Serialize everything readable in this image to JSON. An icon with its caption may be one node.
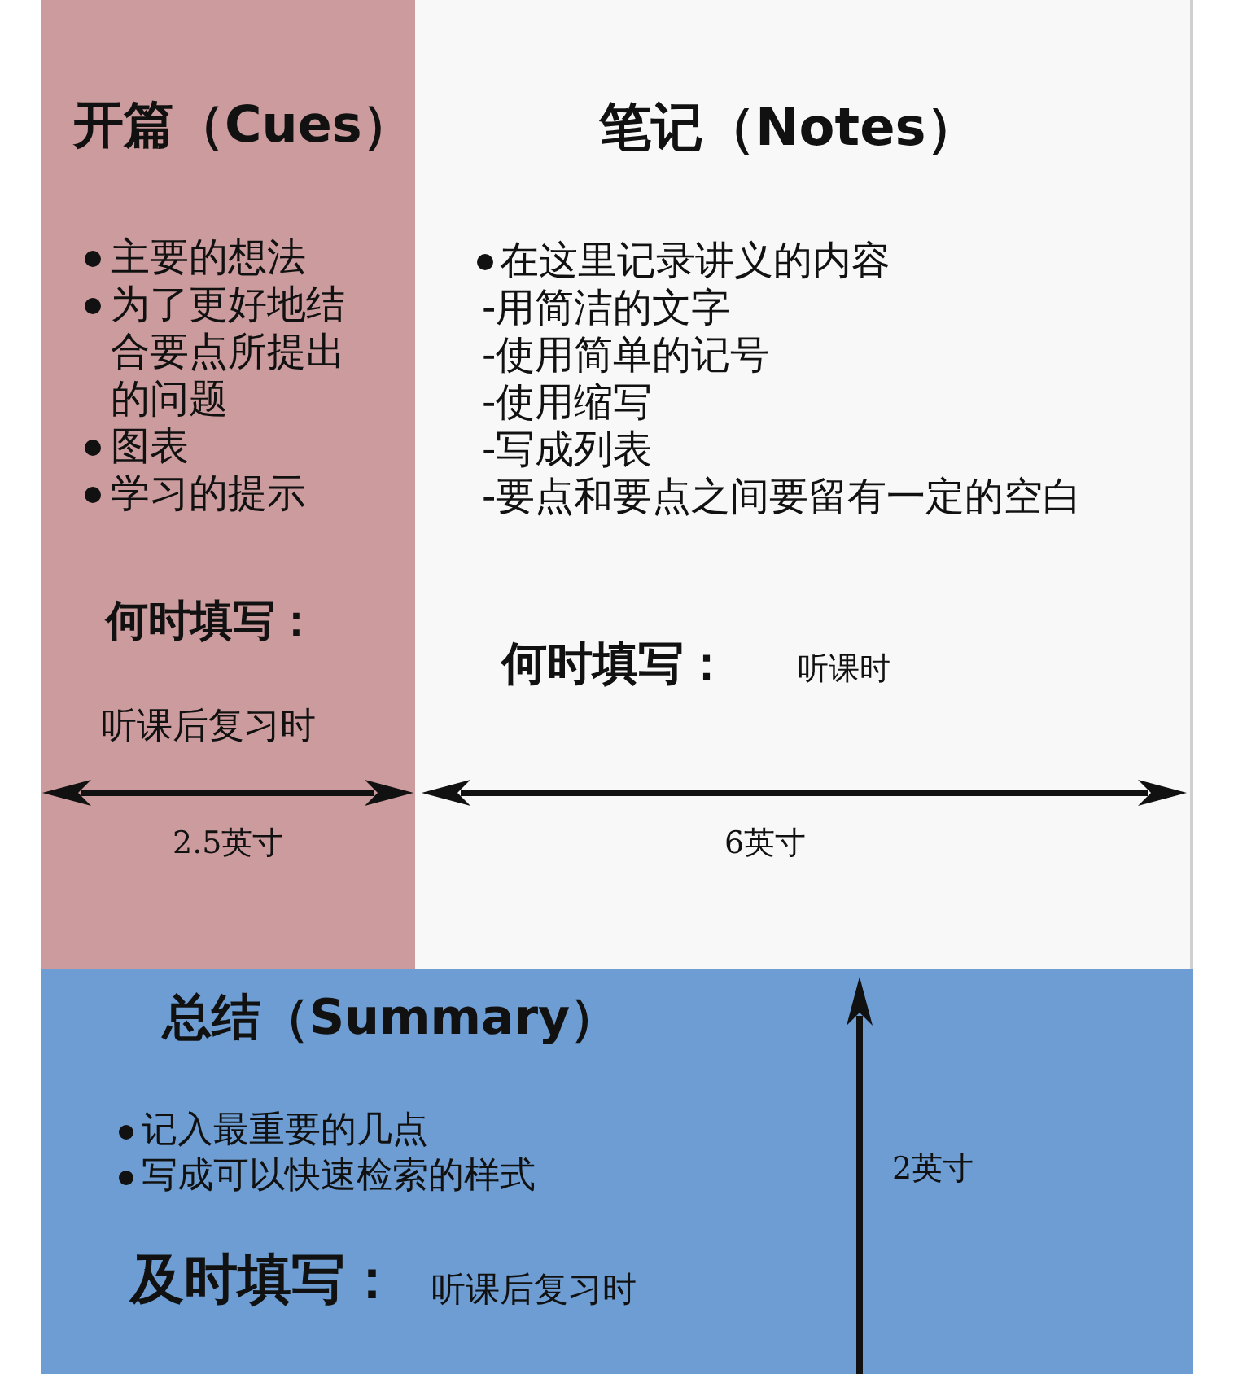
{
  "diagram": {
    "nodes": [
      {
        "text": [
          "开篇（Cues）",
          "主要的想法",
          "为了更好地结合要点所提出的问题",
          "图表",
          "学习的提示",
          "何时填写：",
          "听课后复习时"
        ]
      },
      {
        "text": [
          "笔记（Notes）",
          "在这里记录讲义的内容",
          "-用简洁的文字",
          "-使用简单的记号",
          "-使用缩写",
          "-写成列表",
          "-要点和要点之间要留有一定的空白",
          "何时填写：",
          "听课时"
        ]
      },
      {
        "text": [
          "总结（Summary）",
          "记入最重要的几点",
          "写成可以快速检索的样式",
          "及时填写：",
          "听课后复习时"
        ]
      }
    ],
    "labels": [
      "2.5英寸",
      "6英寸",
      "2英寸"
    ]
  }
}
